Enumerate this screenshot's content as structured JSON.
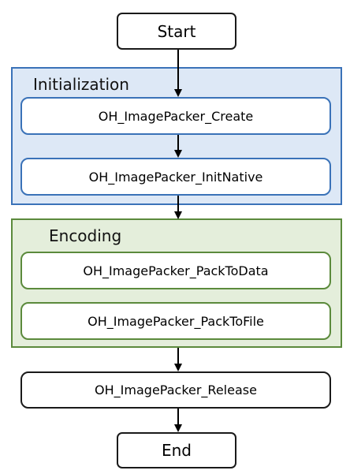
{
  "diagram": {
    "start_label": "Start",
    "end_label": "End",
    "groups": {
      "initialization": {
        "title": "Initialization",
        "steps": [
          "OH_ImagePacker_Create",
          "OH_ImagePacker_InitNative"
        ]
      },
      "encoding": {
        "title": "Encoding",
        "steps": [
          "OH_ImagePacker_PackToData",
          "OH_ImagePacker_PackToFile"
        ]
      }
    },
    "release_label": "OH_ImagePacker_Release"
  },
  "colors": {
    "initialization_fill": "#dde8f6",
    "initialization_border": "#3a72b8",
    "encoding_fill": "#e4eedb",
    "encoding_border": "#5b8a3c",
    "arrow": "#000000"
  }
}
